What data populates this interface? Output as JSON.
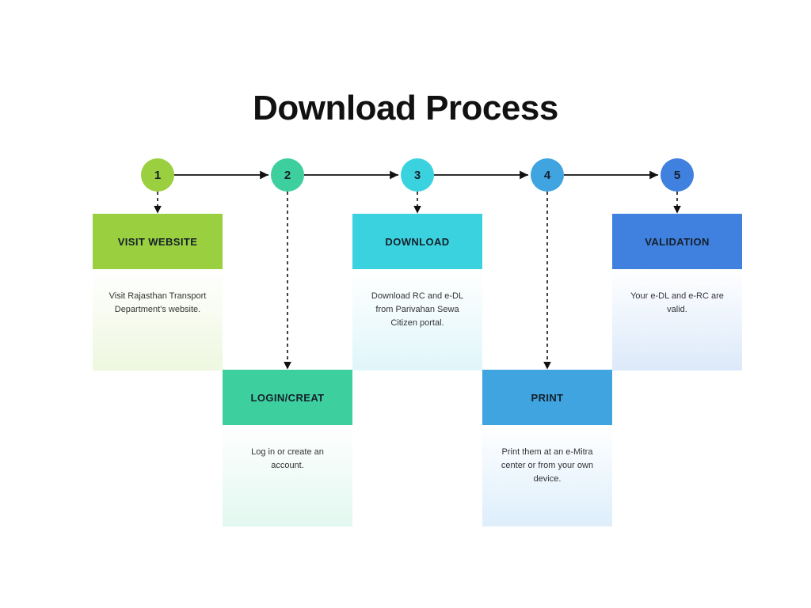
{
  "title": "Download Process",
  "colors": {
    "background": "#ffffff",
    "title_text": "#111111",
    "header_text": "#15202b",
    "body_text": "#333333",
    "connector": "#111111"
  },
  "timeline": {
    "arrow_color": "#111111",
    "connector_style": "dashed"
  },
  "steps": [
    {
      "number": "1",
      "title": "VISIT WEBSITE",
      "description": "Visit Rajasthan Transport Department's website.",
      "color": "#9ACF3F",
      "body_tint": "#eef7df",
      "position": "up"
    },
    {
      "number": "2",
      "title": "LOGIN/CREAT",
      "description": "Log in or create an account.",
      "color": "#3ECF9E",
      "body_tint": "#e2f7ef",
      "position": "down"
    },
    {
      "number": "3",
      "title": "DOWNLOAD",
      "description": "Download RC and e-DL from Parivahan Sewa Citizen portal.",
      "color": "#3BD2E0",
      "body_tint": "#e0f6fa",
      "position": "up"
    },
    {
      "number": "4",
      "title": "PRINT",
      "description": "Print them at an e-Mitra center or from your own device.",
      "color": "#3FA4E0",
      "body_tint": "#ddeefb",
      "position": "down"
    },
    {
      "number": "5",
      "title": "VALIDATION",
      "description": "Your e-DL and e-RC are valid.",
      "color": "#4080DE",
      "body_tint": "#dce9fa",
      "position": "up"
    }
  ]
}
